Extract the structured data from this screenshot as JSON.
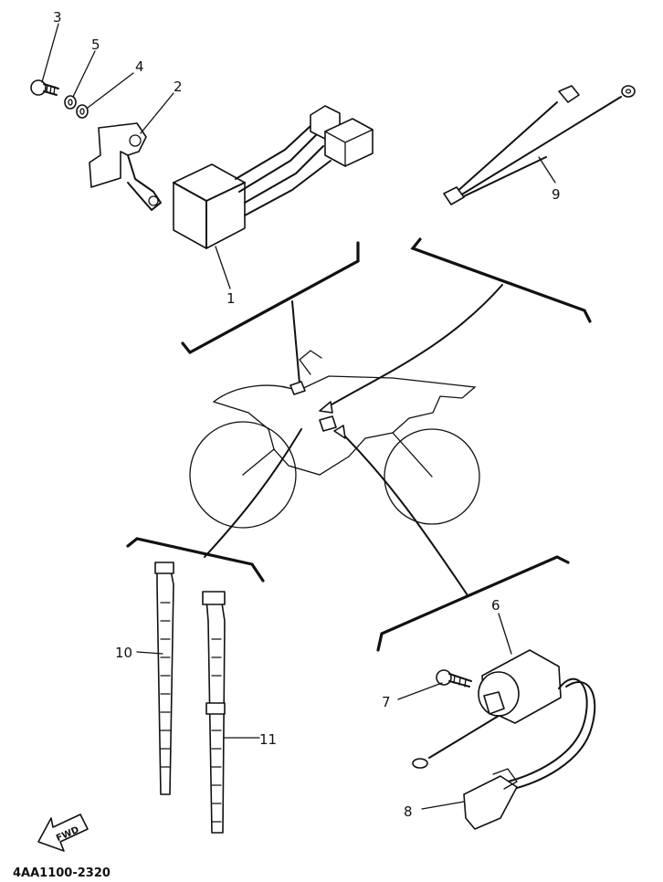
{
  "callouts": {
    "c1": "1",
    "c2": "2",
    "c3": "3",
    "c4": "4",
    "c5": "5",
    "c6": "6",
    "c7": "7",
    "c8": "8",
    "c9": "9",
    "c10": "10",
    "c11": "11"
  },
  "fwd_label": "FWD",
  "diagram_code": "4AA1100-2320"
}
